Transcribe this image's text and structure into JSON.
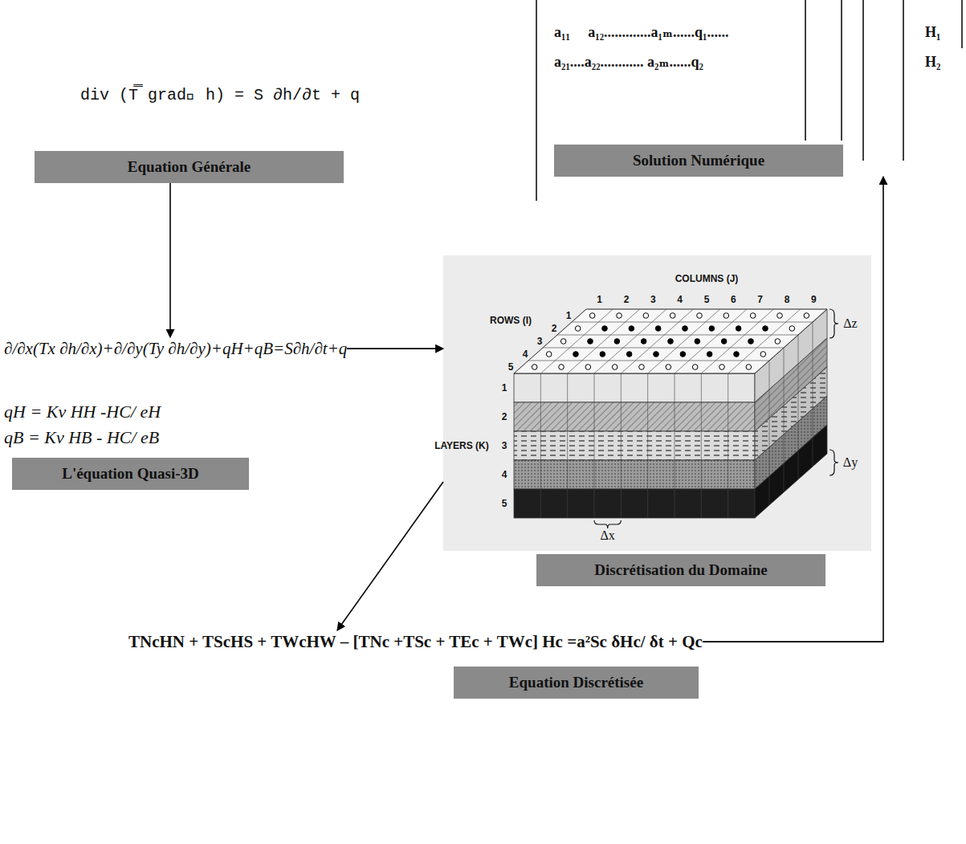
{
  "diagram": {
    "nodes": [
      {
        "text": [
          "div (T̿ grad⃗ h) = S ∂h/∂t + q",
          "Equation Générale"
        ]
      },
      {
        "text": [
          "∂/∂x(Tx ∂h/∂x)+∂/∂y(Ty ∂h/∂y)+qH+qB=S∂h/∂t+q",
          "qH = Kv HH -HC/ eH",
          "qB = Kv HB - HC/ eB",
          "L'équation Quasi-3D"
        ]
      },
      {
        "text": [
          "Discrétisation du Domaine"
        ]
      },
      {
        "text": [
          "TNcHN + TScHS + TWcHW – [TNc +TSc + TEc + TWc] Hc =a²Sc δHc/ δt + Qc",
          "Equation Discrétisée"
        ]
      },
      {
        "text": [
          "a₁₁     a₁₂.............a₁ₘ......q₁......",
          "a₂₁....a₂₂............ a₂ₘ......q₂",
          "H₁",
          "H₂",
          "Solution Numérique"
        ]
      }
    ],
    "edges": [
      {
        "from": 0,
        "to": 1,
        "arrow": "to"
      },
      {
        "from": 1,
        "to": 2,
        "arrow": "to"
      },
      {
        "from": 2,
        "to": 3,
        "arrow": "to"
      },
      {
        "from": 3,
        "to": 4,
        "arrow": "to"
      }
    ],
    "labels": [
      "COLUMNS (J)",
      "1",
      "2",
      "3",
      "4",
      "5",
      "6",
      "7",
      "8",
      "9",
      "ROWS (I)",
      "1",
      "2",
      "3",
      "4",
      "5",
      "LAYERS (K)",
      "1",
      "2",
      "3",
      "4",
      "5",
      "Δz",
      "Δy",
      "Δx"
    ]
  }
}
